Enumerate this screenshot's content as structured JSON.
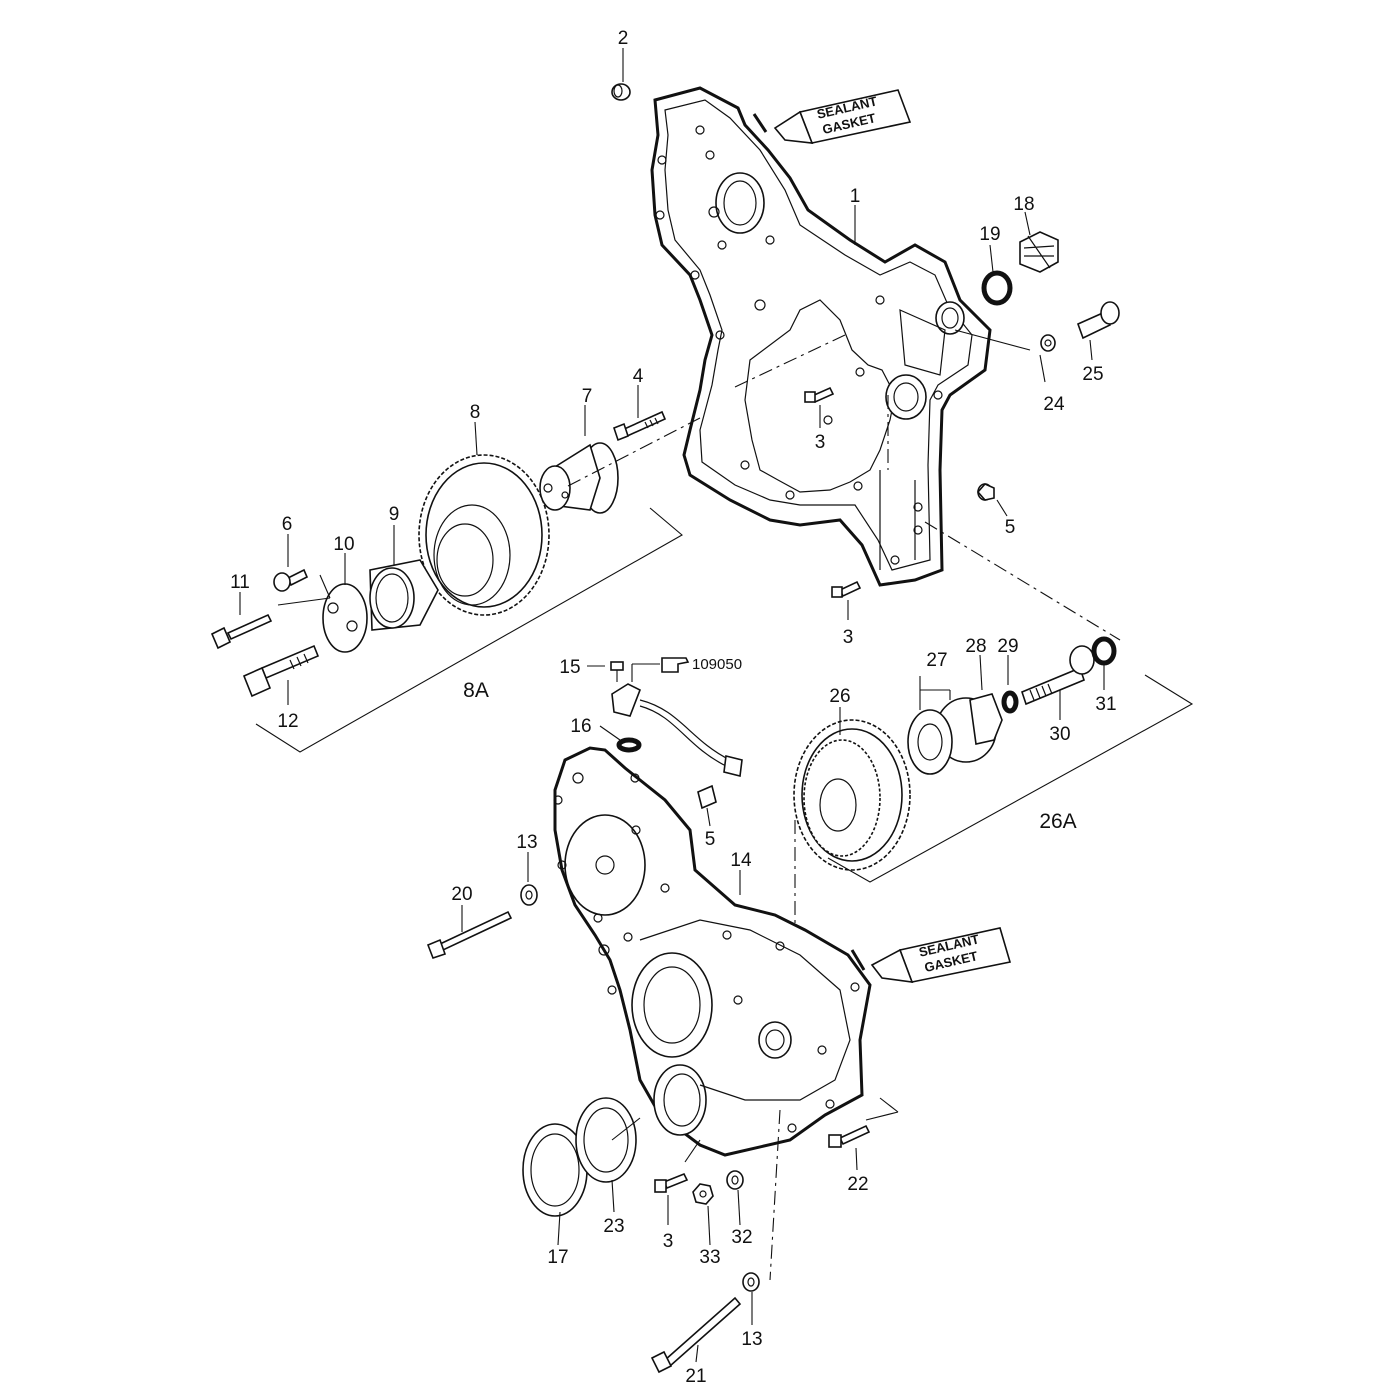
{
  "callouts": [
    "1",
    "2",
    "3",
    "4",
    "5",
    "6",
    "7",
    "8",
    "9",
    "10",
    "11",
    "12",
    "13",
    "14",
    "15",
    "16",
    "17",
    "18",
    "19",
    "20",
    "21",
    "22",
    "23",
    "24",
    "25",
    "26",
    "27",
    "28",
    "29",
    "30",
    "31",
    "32",
    "33"
  ],
  "callout_3": "3",
  "callout_5": "5",
  "callout_13": "13",
  "groups": {
    "g8a": "8A",
    "g26a": "26A"
  },
  "sealant_tube": {
    "line1": "SEALANT",
    "line2": "GASKET"
  },
  "reference": {
    "icon": "pointing-hand-icon",
    "number": "109050"
  }
}
